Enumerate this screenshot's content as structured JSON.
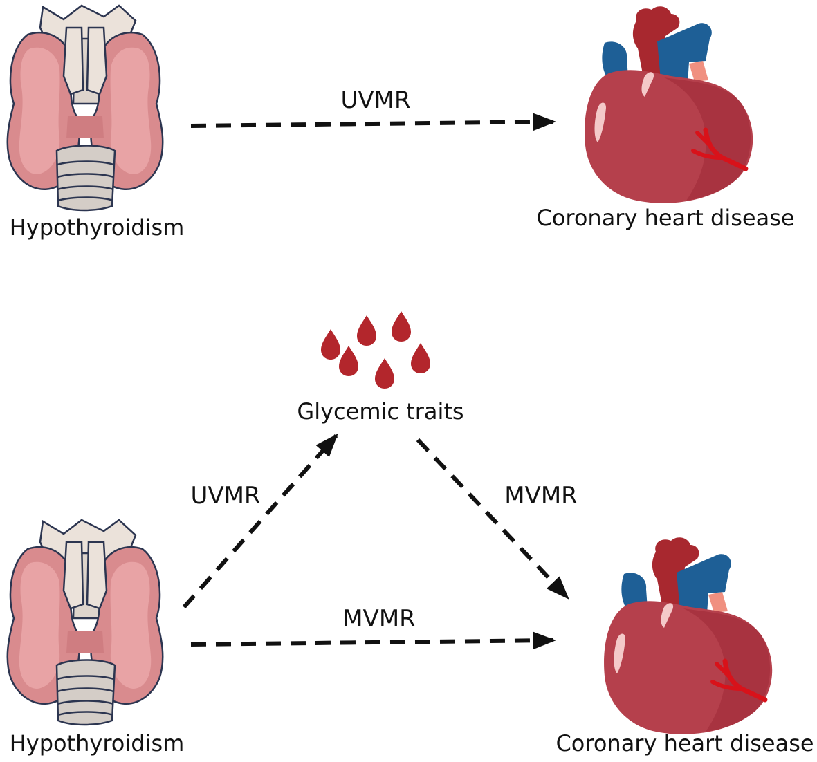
{
  "colors": {
    "thyroid_lobe": "#d98b8e",
    "thyroid_lobe_light": "#e8a3a5",
    "cartilage": "#e9dfd6",
    "trachea": "#d4cdc7",
    "heart_body": "#b5404c",
    "heart_vessel_red": "#a8282f",
    "heart_vessel_blue": "#1e5f96",
    "heart_artery": "#d8121a",
    "blood_drop": "#b3262c",
    "arrow": "#111111"
  },
  "panel_top": {
    "exposure_label": "Hypothyroidism",
    "outcome_label": "Coronary heart disease",
    "edge_label": "UVMR"
  },
  "panel_bottom": {
    "mediator_label": "Glycemic traits",
    "exposure_label": "Hypothyroidism",
    "outcome_label": "Coronary heart disease",
    "edge_exposure_mediator": "UVMR",
    "edge_mediator_outcome": "MVMR",
    "edge_exposure_outcome": "MVMR"
  },
  "icons": {
    "exposure": "thyroid-icon",
    "outcome": "heart-icon",
    "mediator": "blood-drops-icon"
  }
}
